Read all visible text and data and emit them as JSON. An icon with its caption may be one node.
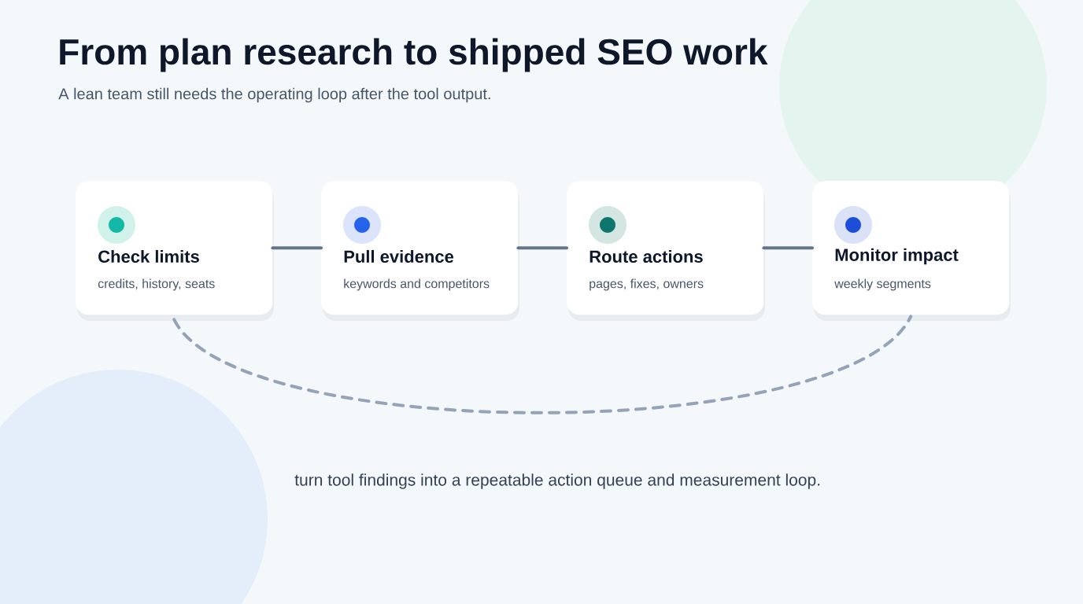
{
  "diagram": {
    "title": "From plan research to shipped SEO work",
    "caption": "A lean team still needs the operating loop after the tool output.",
    "nodes": [
      {
        "text": [
          "Check limits",
          "credits, history, seats"
        ]
      },
      {
        "text": [
          "Pull evidence",
          "keywords and competitors"
        ]
      },
      {
        "text": [
          "Route actions",
          "pages, fixes, owners"
        ]
      },
      {
        "text": [
          "Monitor impact",
          "weekly segments"
        ]
      }
    ],
    "edges": [
      {
        "from": 0,
        "to": 1,
        "arrow": "none"
      },
      {
        "from": 1,
        "to": 2,
        "arrow": "none"
      },
      {
        "from": 2,
        "to": 3,
        "arrow": "none"
      },
      {
        "from": 0,
        "to": 3,
        "arrow": "none",
        "style": "dashed",
        "color": "#94a3b8"
      }
    ],
    "labels": [
      "turn tool findings into a repeatable action queue and measurement loop."
    ]
  }
}
